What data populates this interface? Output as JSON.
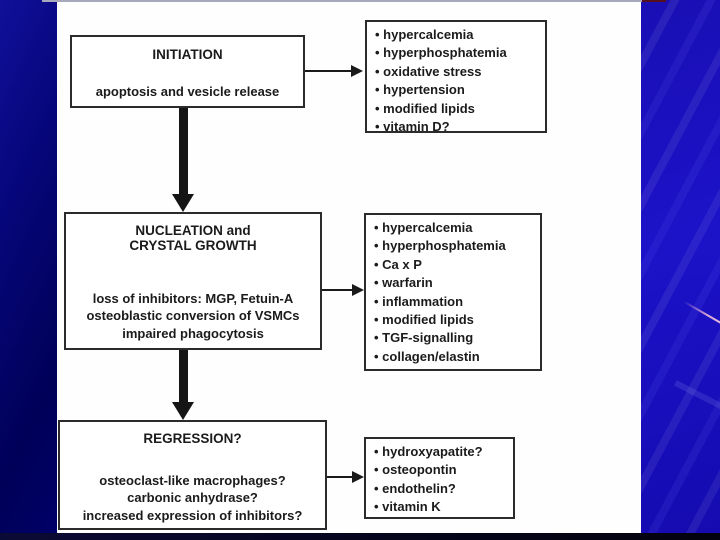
{
  "slide": {
    "background": {
      "left_color": "#000066",
      "right_color": "#1c12c8",
      "panel_color": "#fefefe",
      "bottom_bar_color": "#05051c",
      "top_line_color": "#a8a8bc",
      "accent_streak_color": "#d9a6d4",
      "text_color": "#1b1b1b"
    },
    "diagram": {
      "stages": [
        {
          "title_lines": [
            "INITIATION"
          ],
          "body_lines": [
            "apoptosis and vesicle release"
          ],
          "factors": [
            "hypercalcemia",
            "hyperphosphatemia",
            "oxidative stress",
            "hypertension",
            "modified lipids",
            "vitamin D?"
          ]
        },
        {
          "title_lines": [
            "NUCLEATION and",
            "CRYSTAL GROWTH"
          ],
          "body_lines": [
            "loss of inhibitors: MGP, Fetuin-A",
            "osteoblastic conversion of VSMCs",
            "impaired phagocytosis"
          ],
          "factors": [
            "hypercalcemia",
            "hyperphosphatemia",
            "Ca x P",
            "warfarin",
            "inflammation",
            "modified lipids",
            "TGF-signalling",
            "collagen/elastin"
          ]
        },
        {
          "title_lines": [
            "REGRESSION?"
          ],
          "body_lines": [
            "osteoclast-like macrophages?",
            "carbonic anhydrase?",
            "increased expression of inhibitors?"
          ],
          "factors": [
            "hydroxyapatite?",
            "osteopontin",
            "endothelin?",
            "vitamin K"
          ]
        }
      ]
    }
  }
}
